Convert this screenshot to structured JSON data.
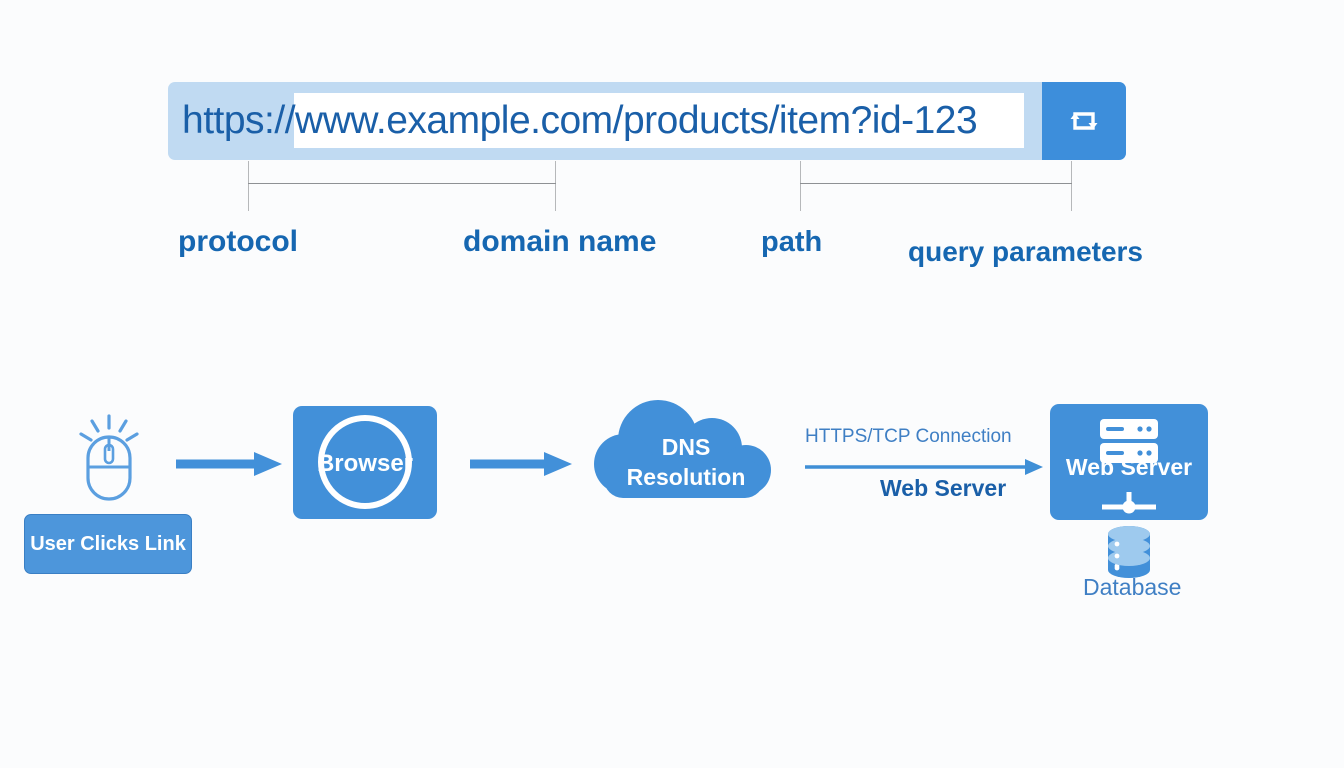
{
  "colors": {
    "background": "#fbfcfd",
    "primary_blue": "#4290d9",
    "url_bar_blue": "#c0daf2",
    "url_text_blue": "#1a5fa8",
    "label_blue": "#1667b1",
    "light_text_blue": "#3f7fc4",
    "bracket_gray": "#b6b8ba"
  },
  "url_bar": {
    "url": "https://www.example.com/products/item?id-123",
    "refresh_icon": "refresh-icon"
  },
  "url_parts": [
    {
      "label": "protocol"
    },
    {
      "label": "domain name"
    },
    {
      "label": "path"
    },
    {
      "label": "query parameters"
    }
  ],
  "flow": {
    "user": {
      "icon": "mouse-click-icon",
      "badge": "User Clicks Link"
    },
    "browser": {
      "label": "Browser",
      "icon": "circle-icon"
    },
    "dns": {
      "label_line1": "DNS",
      "label_line2": "Resolution",
      "icon": "cloud-icon"
    },
    "connection": {
      "label_above": "HTTPS/TCP Connection",
      "label_below": "Web Server"
    },
    "server": {
      "label": "Web Server",
      "icon": "server-rack-icon"
    },
    "database": {
      "label": "Database",
      "icon": "database-icon"
    },
    "arrows": [
      {
        "name": "arrow-user-to-browser"
      },
      {
        "name": "arrow-browser-to-dns"
      },
      {
        "name": "arrow-dns-to-server"
      }
    ]
  }
}
